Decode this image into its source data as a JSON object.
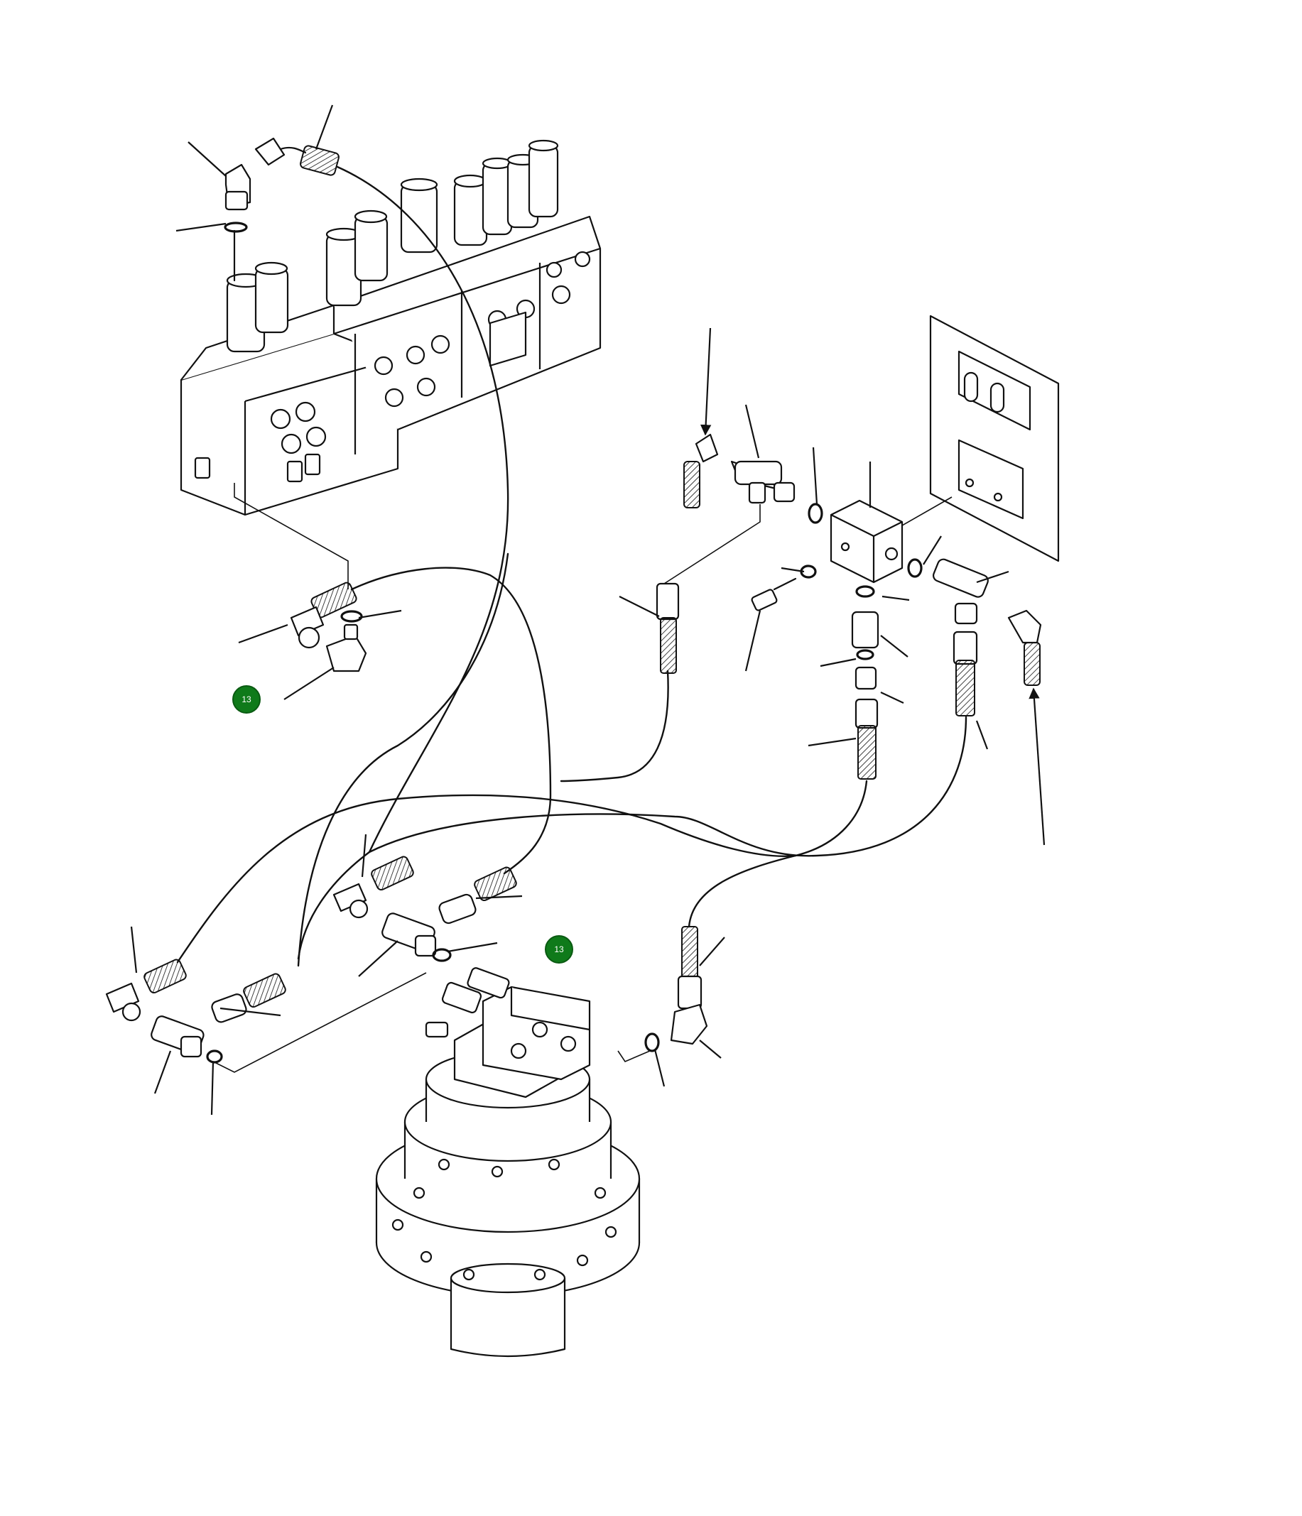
{
  "callouts": [
    {
      "label": "13",
      "color": "#0f7a1a"
    },
    {
      "label": "13",
      "color": "#0f7a1a"
    }
  ],
  "icons": {
    "control_valve": "control-valve-block",
    "swing_motor": "swing-motor-gearbox",
    "manifold": "manifold-block",
    "bracket": "mounting-bracket"
  }
}
